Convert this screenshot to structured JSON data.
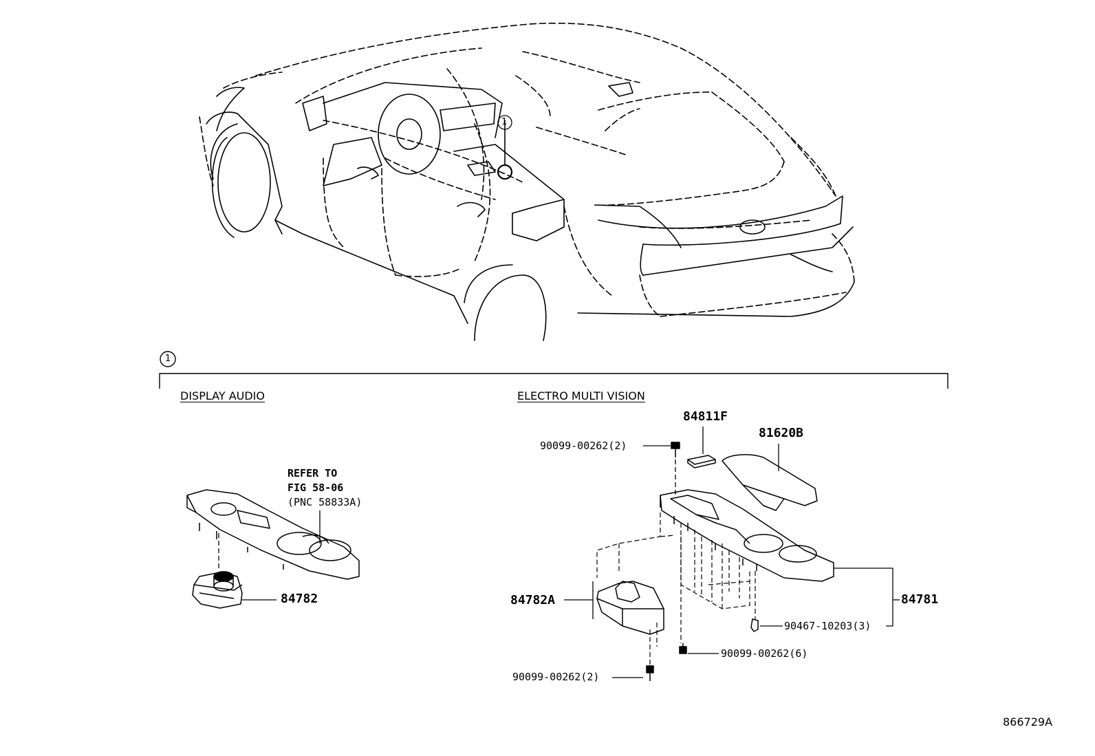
{
  "callout": {
    "index_symbol": "1"
  },
  "sections": {
    "display_audio": "DISPLAY AUDIO",
    "electro_multi_vision": "ELECTRO MULTI VISION"
  },
  "refer": {
    "line1": "REFER TO",
    "line2": "FIG 58-06",
    "line3": "(PNC 58833A)"
  },
  "parts": {
    "p84782": "84782",
    "p84811F": "84811F",
    "p81620B": "81620B",
    "p84782A": "84782A",
    "p84781": "84781",
    "screw_top": "90099-00262(2)",
    "screw_bottom": "90099-00262(2)",
    "screw_mid": "90099-00262(6)",
    "clip": "90467-10203(3)"
  },
  "diagram_id": "866729A"
}
